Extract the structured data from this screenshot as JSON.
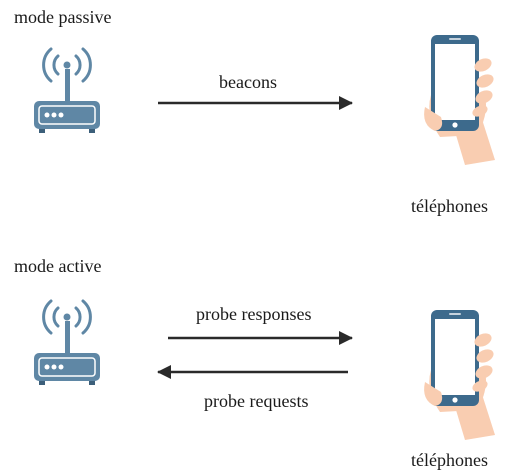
{
  "passive": {
    "title": "mode passive",
    "arrow_label": "beacons",
    "device_label": "téléphones"
  },
  "active": {
    "title": "mode active",
    "response_label": "probe responses",
    "request_label": "probe requests",
    "device_label": "téléphones"
  },
  "icons": {
    "router": "wifi-router-icon",
    "phone": "smartphone-in-hand-icon"
  },
  "colors": {
    "router_body": "#5f87a5",
    "router_dark": "#3c5f7a",
    "phone_body": "#3d6a8c",
    "screen": "#ffffff",
    "skin": "#f9cdb1",
    "arrow": "#2a2a2a"
  }
}
